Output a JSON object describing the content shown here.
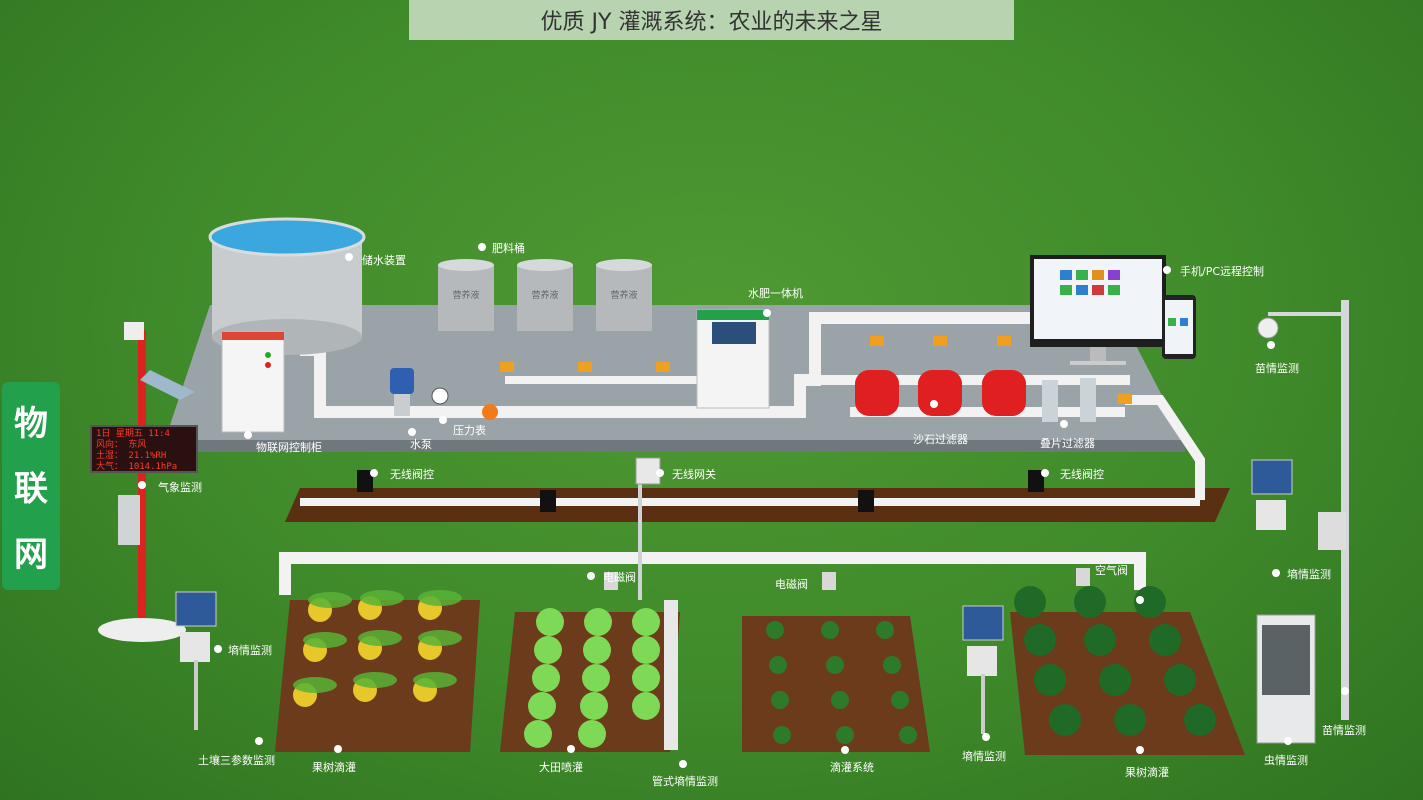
{
  "title": "优质 JY 灌溉系统：农业的未来之星",
  "side_badge": [
    "物",
    "联",
    "网"
  ],
  "led_lines": [
    "1日 星期五 11:4",
    "风向：  东风",
    "土湿：  21.1%RH",
    "大气：  1014.1hPa"
  ],
  "tank_label": "营养液",
  "labels": {
    "water_storage": "储水装置",
    "fertilizer_bucket": "肥料桶",
    "water_fertilizer_unit": "水肥一体机",
    "remote_control": "手机/PC远程控制",
    "iot_cabinet": "物联网控制柜",
    "pump": "水泵",
    "pressure_gauge": "压力表",
    "sand_filter": "沙石过滤器",
    "disc_filter": "叠片过滤器",
    "seedling_monitor_top": "苗情监测",
    "weather_monitor": "气象监测",
    "wireless_valve_left": "无线阀控",
    "wireless_gateway": "无线网关",
    "wireless_valve_right": "无线阀控",
    "soil_moisture_right": "墒情监测",
    "solenoid_left": "电磁阀",
    "solenoid_mid": "电磁阀",
    "air_valve": "空气阀",
    "soil_moisture_left": "墒情监测",
    "soil_3param": "土壤三参数监测",
    "orchard_drip_left": "果树滴灌",
    "field_sprinkler": "大田喷灌",
    "pipe_soil_monitor": "管式墒情监测",
    "drip_system": "滴灌系统",
    "soil_moisture_mid": "墒情监测",
    "orchard_drip_right": "果树滴灌",
    "pest_monitor": "虫情监测",
    "seedling_monitor_bottom": "苗情监测"
  },
  "colors": {
    "grass": "#3f8a2a",
    "platform": "#8e9aa0",
    "pipe": "#f0f0f0",
    "filter_red": "#e02020",
    "badge_green": "#23a04b"
  }
}
